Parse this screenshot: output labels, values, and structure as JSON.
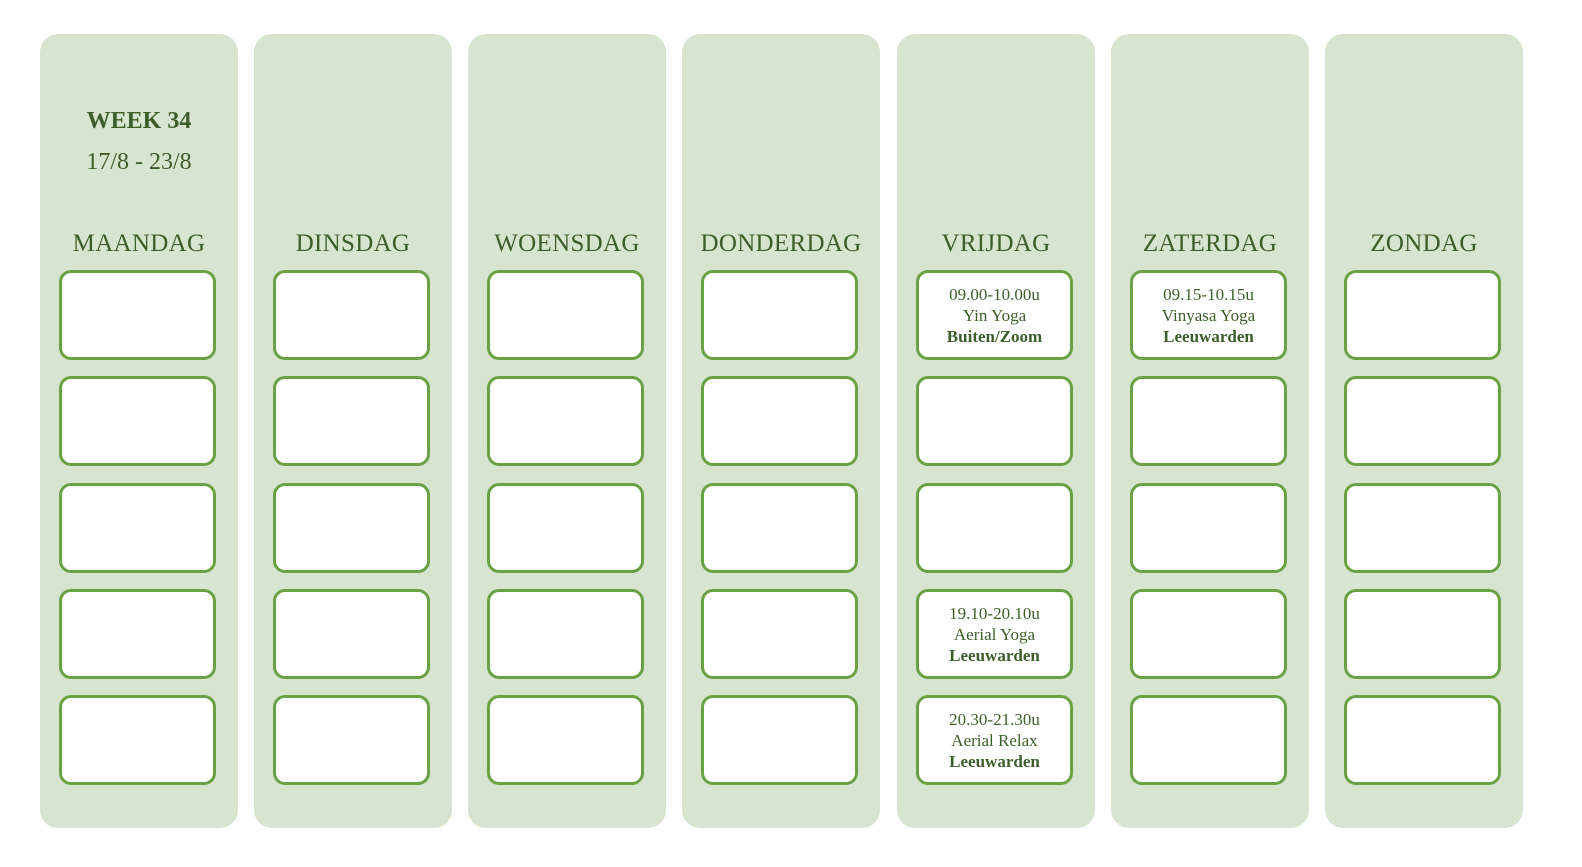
{
  "week": {
    "title": "WEEK 34",
    "range": "17/8 - 23/8"
  },
  "colors": {
    "column_bg": "#d7e4d0",
    "slot_border": "#6aa145",
    "text": "#3d5e2b"
  },
  "days": [
    {
      "name": "MAANDAG",
      "slots": [
        {},
        {},
        {},
        {},
        {}
      ]
    },
    {
      "name": "DINSDAG",
      "slots": [
        {},
        {},
        {},
        {},
        {}
      ]
    },
    {
      "name": "WOENSDAG",
      "slots": [
        {},
        {},
        {},
        {},
        {}
      ]
    },
    {
      "name": "DONDERDAG",
      "slots": [
        {},
        {},
        {},
        {},
        {}
      ]
    },
    {
      "name": "VRIJDAG",
      "slots": [
        {
          "time": "09.00-10.00u",
          "class": "Yin Yoga",
          "location": "Buiten/Zoom"
        },
        {},
        {},
        {
          "time": "19.10-20.10u",
          "class": "Aerial Yoga",
          "location": "Leeuwarden"
        },
        {
          "time": "20.30-21.30u",
          "class": "Aerial Relax",
          "location": "Leeuwarden"
        }
      ]
    },
    {
      "name": "ZATERDAG",
      "slots": [
        {
          "time": "09.15-10.15u",
          "class": "Vinyasa Yoga",
          "location": "Leeuwarden"
        },
        {},
        {},
        {},
        {}
      ]
    },
    {
      "name": "ZONDAG",
      "slots": [
        {},
        {},
        {},
        {},
        {}
      ]
    }
  ]
}
